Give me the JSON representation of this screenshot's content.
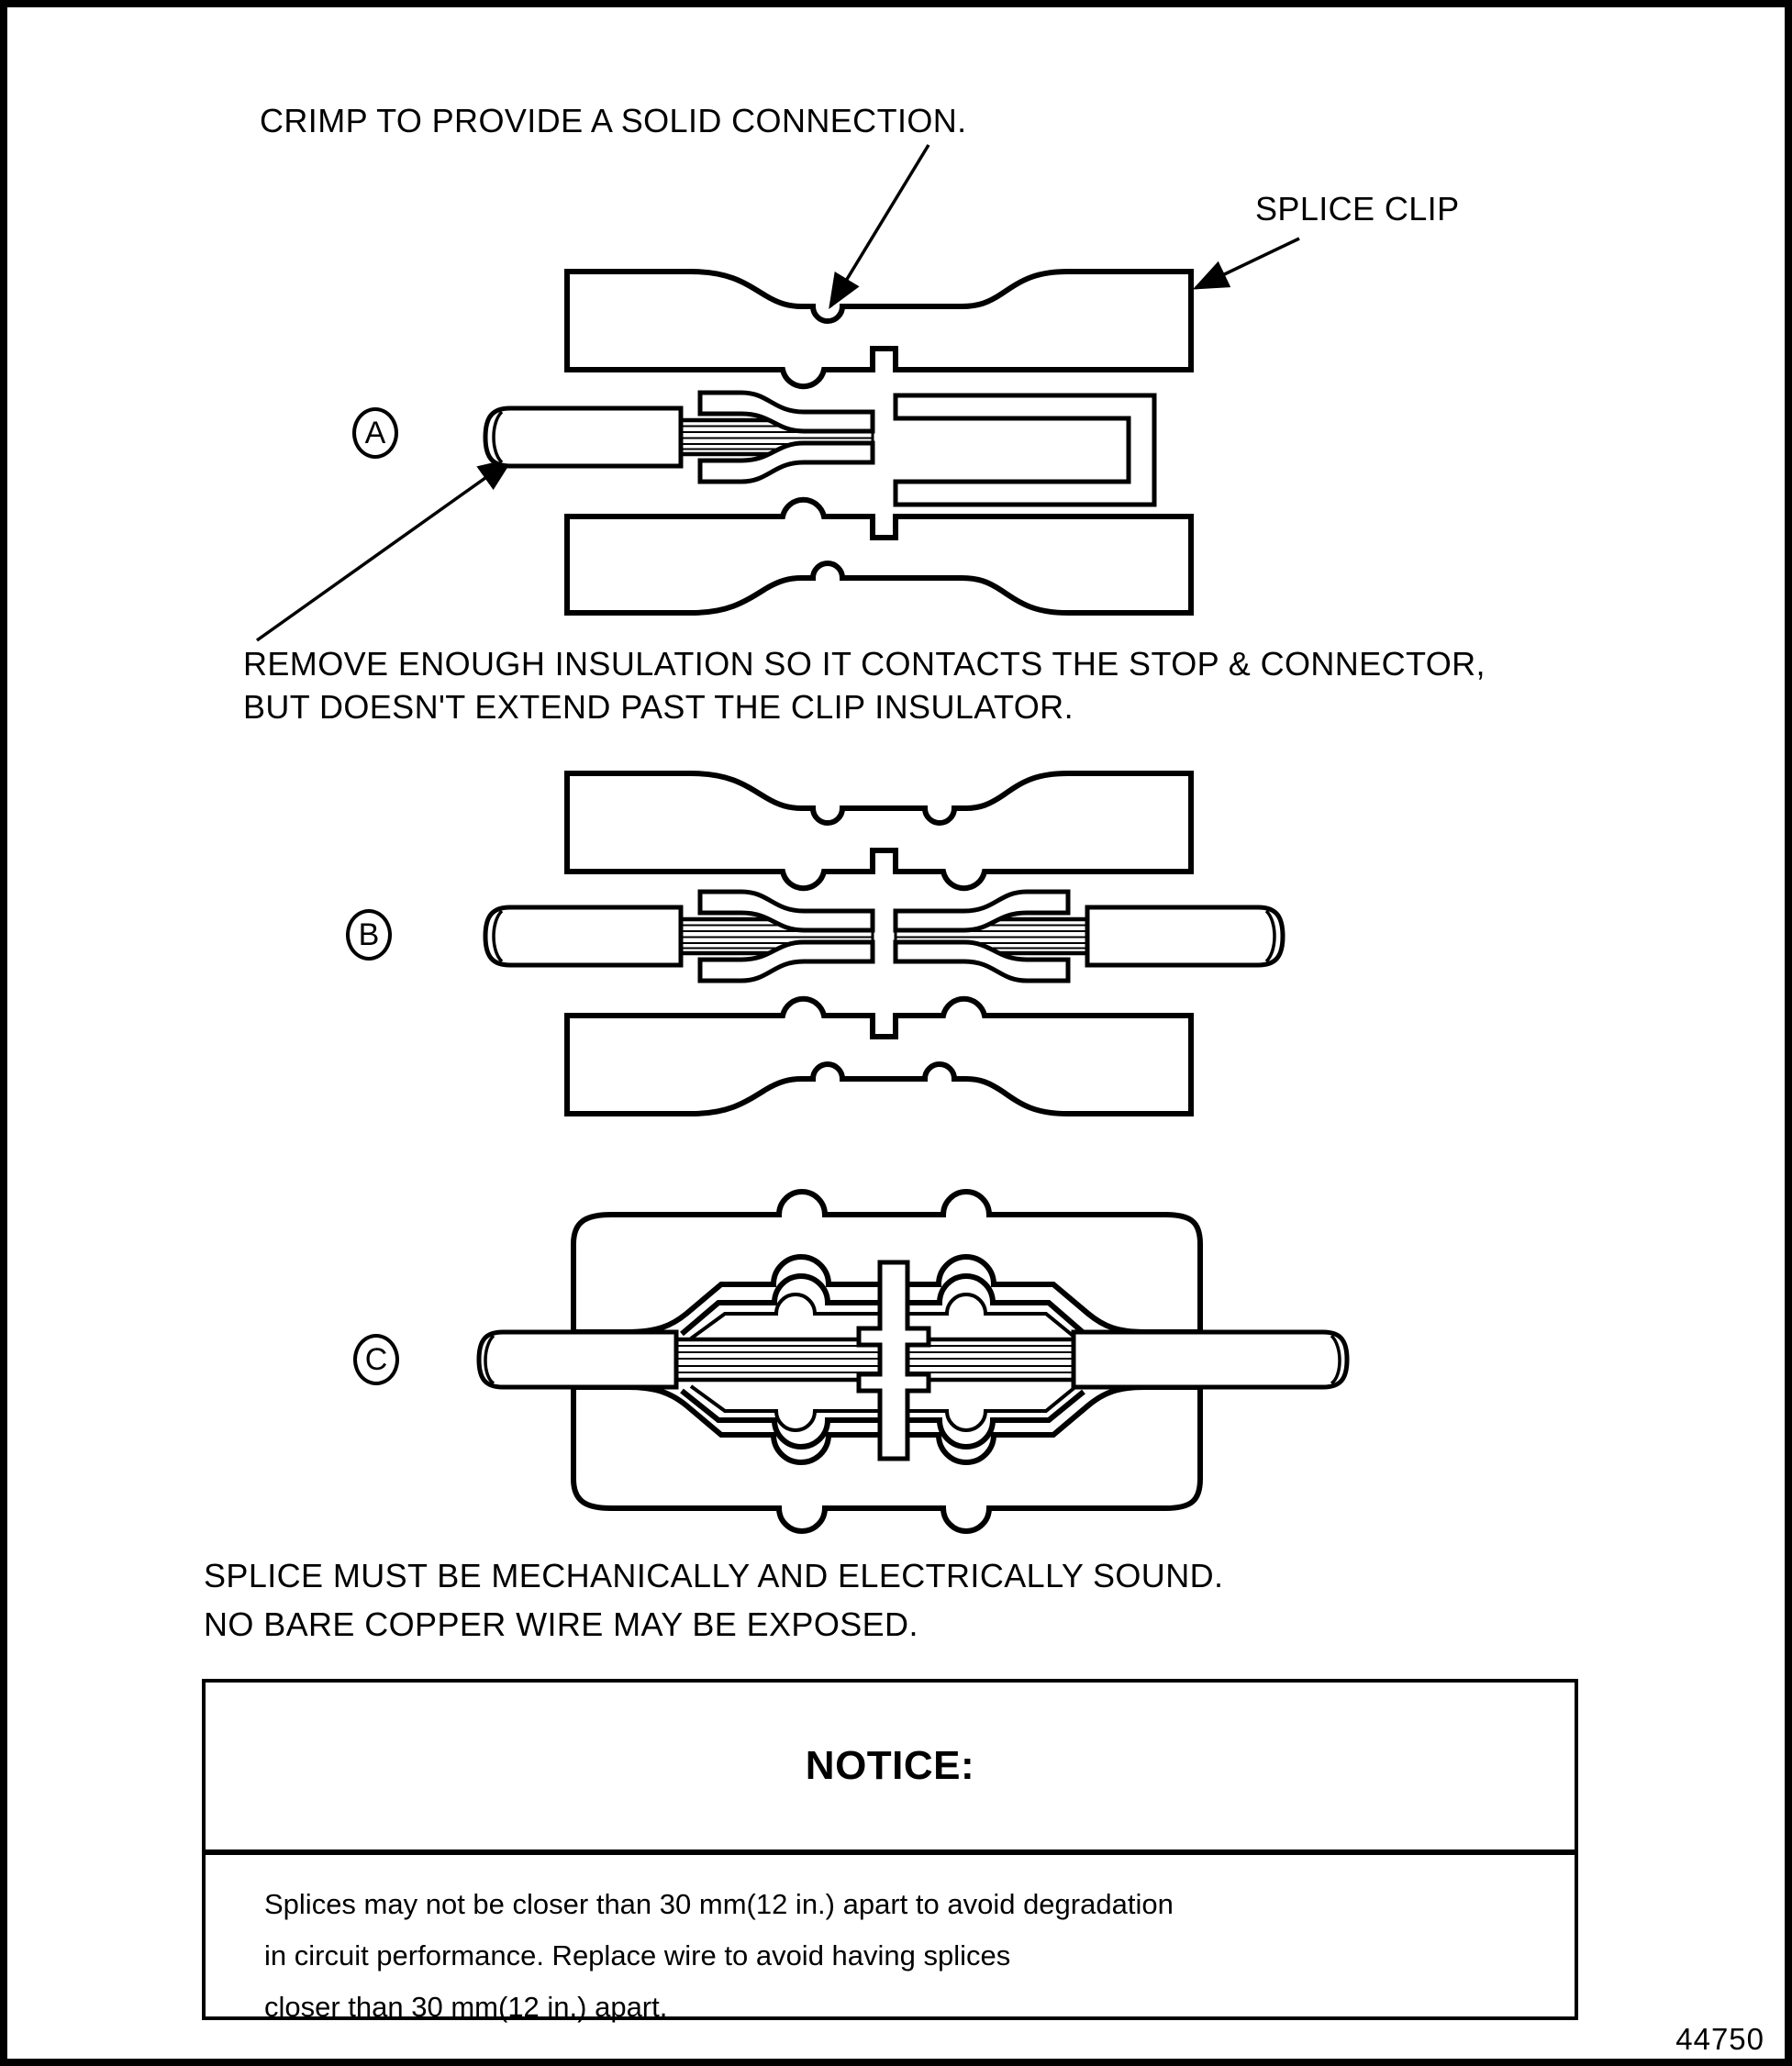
{
  "page": {
    "figure_number": "44750",
    "ink_color": "#000000",
    "paper_color": "#ffffff"
  },
  "annotations": {
    "crimp_note": "CRIMP TO PROVIDE A SOLID CONNECTION.",
    "splice_clip_label": "SPLICE CLIP",
    "insulation_note_line1": "REMOVE ENOUGH INSULATION SO IT CONTACTS THE STOP & CONNECTOR,",
    "insulation_note_line2": "BUT DOESN'T EXTEND PAST THE CLIP INSULATOR.",
    "soundness_note_line1": "SPLICE MUST BE MECHANICALLY AND ELECTRICALLY SOUND.",
    "soundness_note_line2": "NO BARE COPPER WIRE MAY BE EXPOSED."
  },
  "steps": [
    {
      "label": "A",
      "description": "single wire inserted into splice clip"
    },
    {
      "label": "B",
      "description": "both wires inserted into splice clip"
    },
    {
      "label": "C",
      "description": "completed crimped splice"
    }
  ],
  "notice": {
    "title": "NOTICE:",
    "body_line1": "Splices may not be closer than 30 mm(12 in.) apart to avoid degradation",
    "body_line2": "in circuit performance. Replace wire to avoid having splices",
    "body_line3": "closer than 30 mm(12 in.) apart."
  }
}
